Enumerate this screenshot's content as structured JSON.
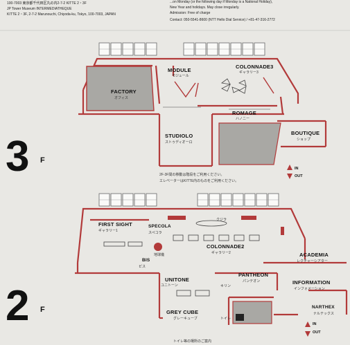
{
  "header": {
    "address_line_1": "100-7003 東京都千代田区丸の内2-7-2 KITTE 2・3F",
    "address_line_2": "JP Tower Museum INTERMEDIATHEQUE",
    "address_line_3": "KITTE 2・3F, 2-7-2 Marunouchi, Chiyoda-ku, Tokyo, 100-7003, JAPAN",
    "info_line_1": "...on Monday (or the following day if Monday is a National Holiday),",
    "info_line_2": "New Year and holidays. May close irregularly.",
    "info_line_3": "Admission: Free of charge",
    "info_line_4": "Contact: 050-5541-8600 (NTT Hello Dial Service) / +81-47-316-2772"
  },
  "floor3": {
    "floor_number": "3",
    "floor_suffix": "F",
    "rooms": {
      "factory": {
        "name": "FACTORY",
        "sub": "オフィス"
      },
      "module": {
        "name": "MODULE",
        "sub": "モジュール"
      },
      "colonnade3": {
        "name": "COLONNADE3",
        "sub": "ギャラリー3"
      },
      "romage": {
        "name": "ROMAGE",
        "sub": "ハノニー"
      },
      "studiolo": {
        "name": "STUDIOLO",
        "sub": "ストゥディオーロ"
      },
      "boutique": {
        "name": "BOUTIQUE",
        "sub": "ショップ"
      }
    },
    "entrance_in": "IN",
    "entrance_out": "OUT"
  },
  "notice": {
    "line_1": "2F-3F間の移動は階段をご利用ください。",
    "line_2": "エレベーターはKITTE内のものをご利用ください。"
  },
  "floor2": {
    "floor_number": "2",
    "floor_suffix": "F",
    "rooms": {
      "first_sight": {
        "name": "FIRST SIGHT",
        "sub": "ギャラリー1"
      },
      "specola": {
        "name": "SPECOLA",
        "sub": "スペコラ"
      },
      "colonnade2": {
        "name": "COLONNADE2",
        "sub": "ギャラリー2"
      },
      "academia": {
        "name": "ACADEMIA",
        "sub": "レクチャーシアター"
      },
      "bis": {
        "name": "BIS",
        "sub": "ビス"
      },
      "unitone": {
        "name": "UNITONE",
        "sub": "ユニトーン"
      },
      "pantheon": {
        "name": "PANTHEON",
        "sub": "パンテオン"
      },
      "information": {
        "name": "INFORMATION",
        "sub": "インフォメーション"
      },
      "grey_cube": {
        "name": "GREY CUBE",
        "sub": "グレーキューブ"
      },
      "narthex": {
        "name": "NARTHEX",
        "sub": "ナルテックス"
      }
    },
    "globe_label": "地球儀",
    "whale_label": "クジラ",
    "giraffe_label": "キリン",
    "restroom_label": "トイレ",
    "entrance_in": "IN",
    "entrance_out": "OUT"
  },
  "footer_text": "トイレ等の場所のご案内",
  "colors": {
    "wall": "#b23a3a",
    "shaded_room": "#a9a8a4",
    "window": "#8a8a88",
    "paper": "#e9e8e4"
  }
}
